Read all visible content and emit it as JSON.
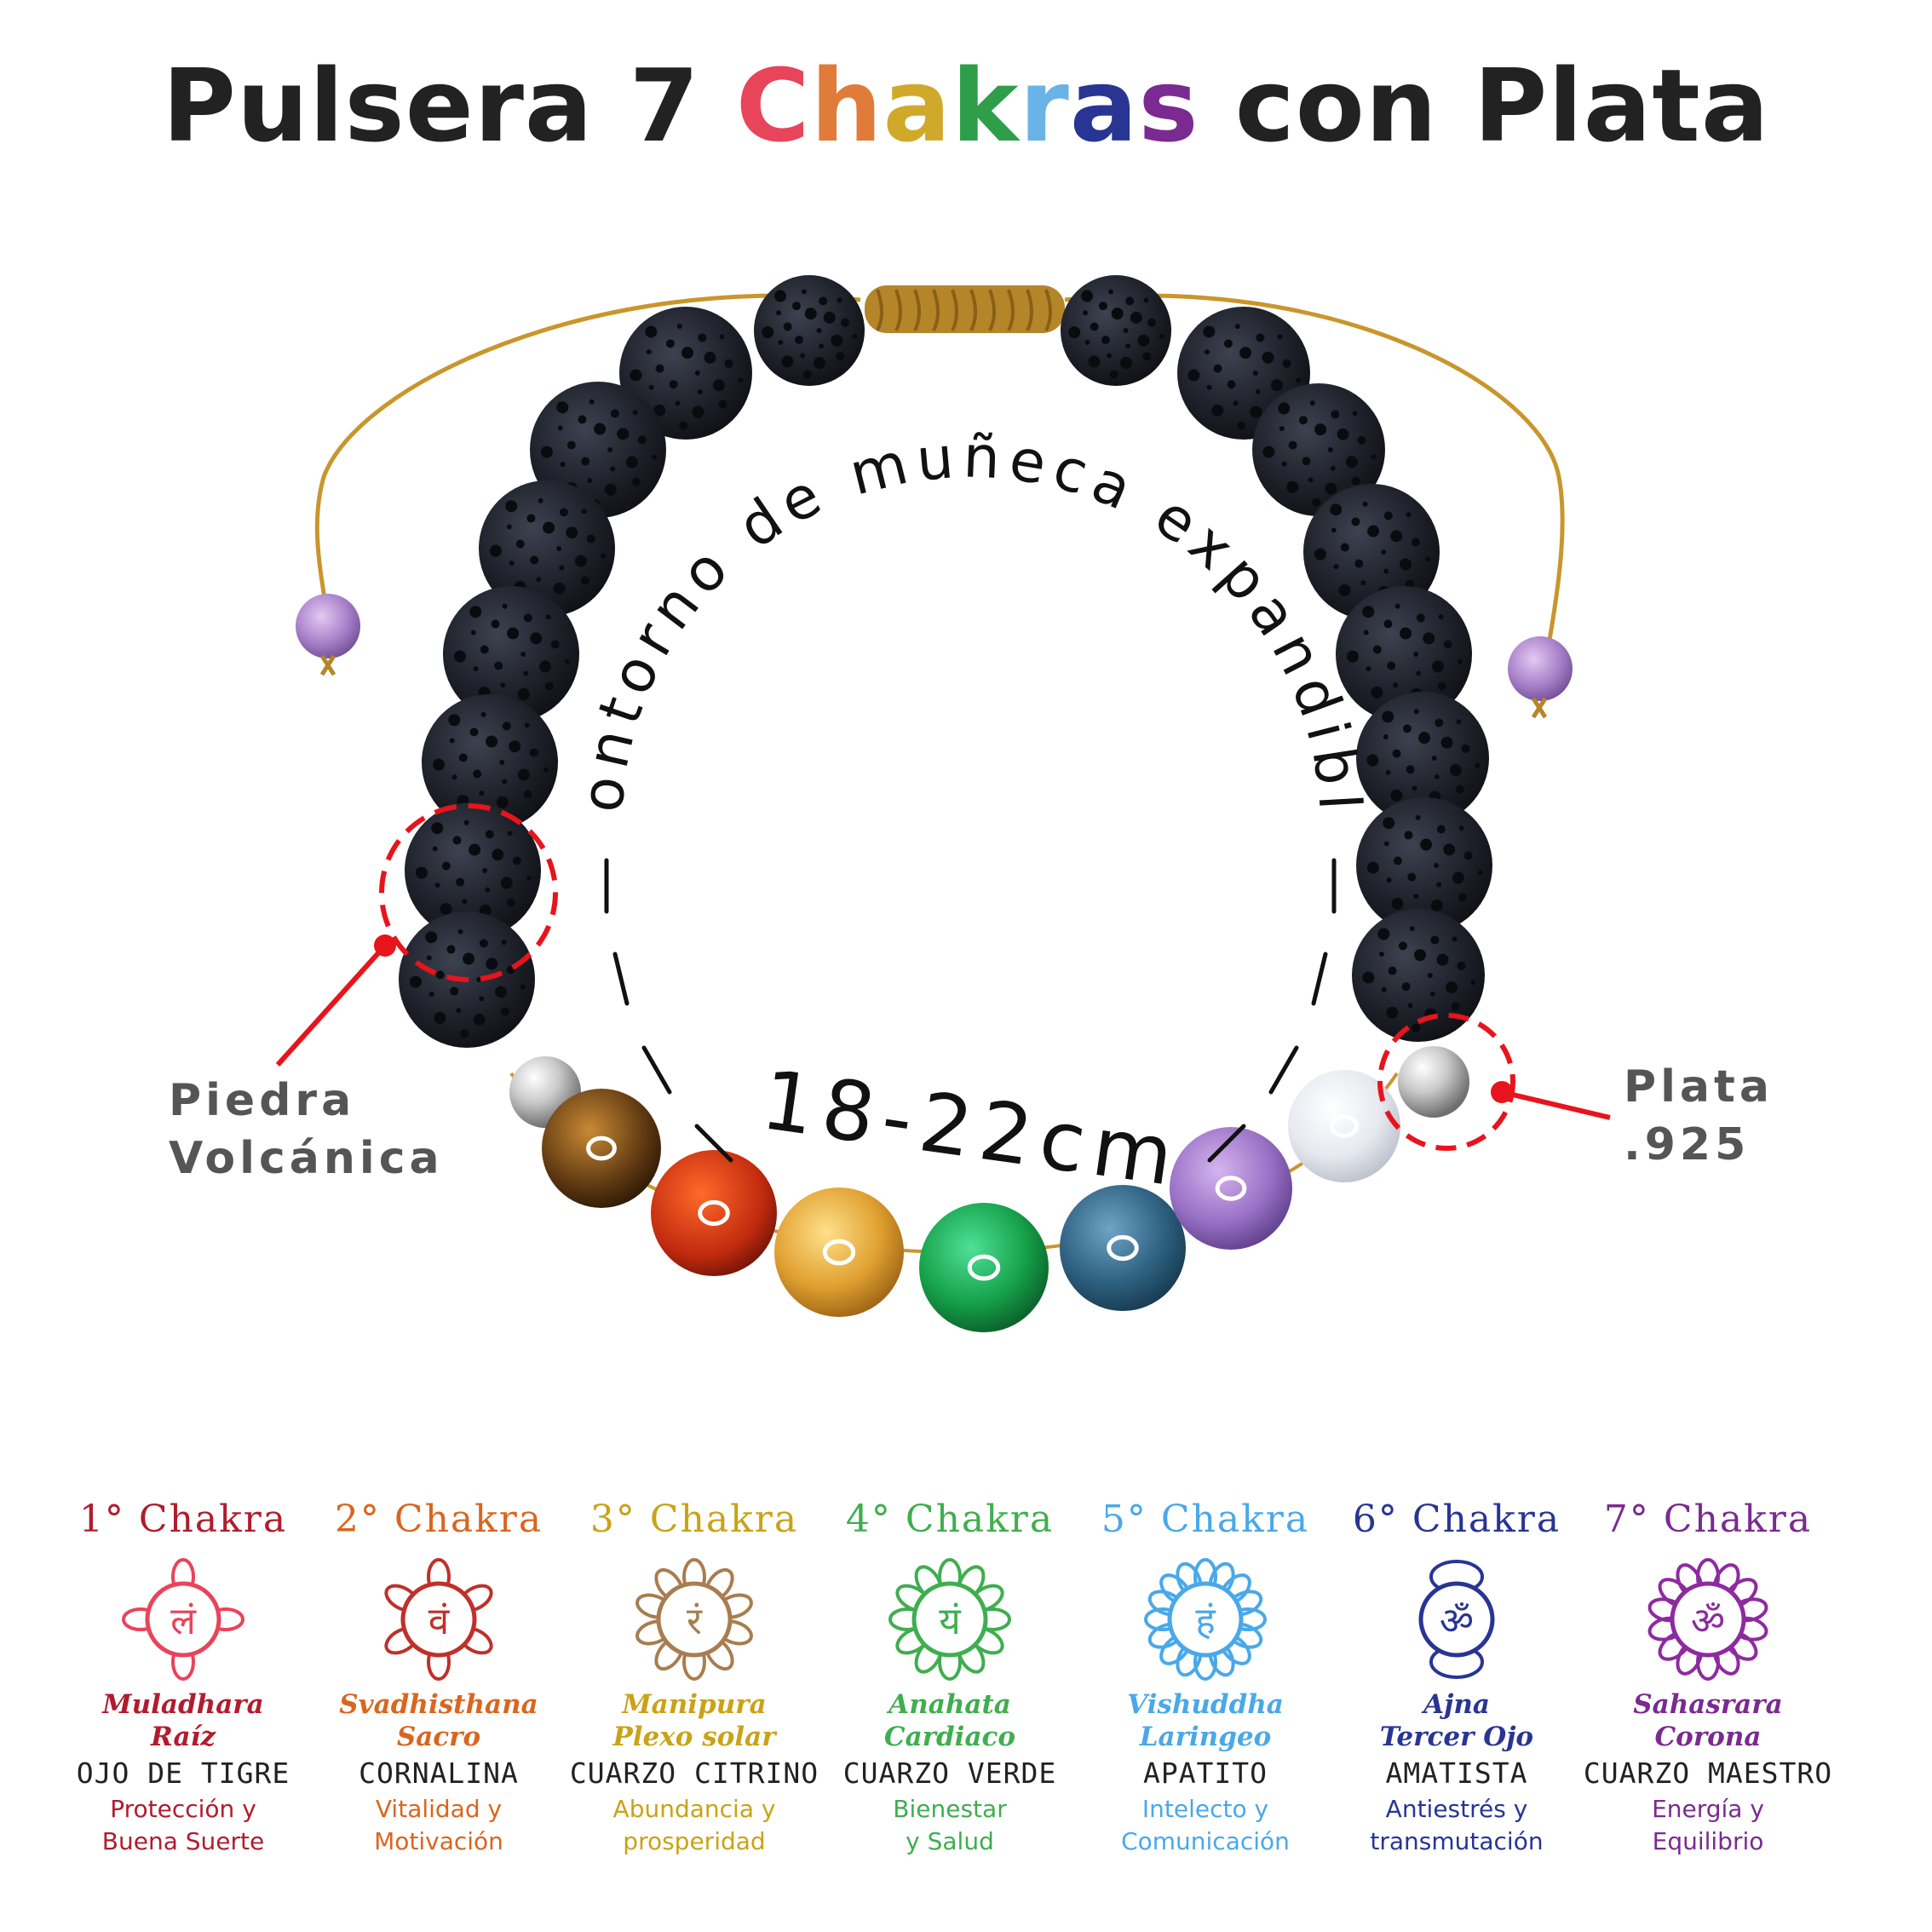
{
  "title": {
    "parts": [
      {
        "text": "Pulsera 7 ",
        "color": "#222222"
      },
      {
        "text": "C",
        "color": "#e8445a"
      },
      {
        "text": "h",
        "color": "#e07b3a"
      },
      {
        "text": "a",
        "color": "#d1a92a"
      },
      {
        "text": "k",
        "color": "#2f9e4a"
      },
      {
        "text": "r",
        "color": "#69b3e7"
      },
      {
        "text": "a",
        "color": "#283593"
      },
      {
        "text": "s",
        "color": "#7a2a91"
      },
      {
        "text": " con Plata",
        "color": "#222222"
      }
    ]
  },
  "wrist": {
    "arc_text": "Contorno de muñeca expandible",
    "size": "18-22cm"
  },
  "labels": {
    "left_line1": "Piedra",
    "left_line2": "Volcánica",
    "right_line1": "Plata",
    "right_line2": ".925"
  },
  "chakras": [
    {
      "title": "1° Chakra",
      "name": "Muladhara",
      "sub": "Raíz",
      "stone": "OJO DE TIGRE",
      "desc1": "Protección y",
      "desc2": "Buena Suerte",
      "color": "#b01c2e",
      "icon_color": "#e8445a",
      "icon": "muladhara-icon"
    },
    {
      "title": "2° Chakra",
      "name": "Svadhisthana",
      "sub": "Sacro",
      "stone": "CORNALINA",
      "desc1": "Vitalidad y",
      "desc2": "Motivación",
      "color": "#d9661f",
      "icon_color": "#c0302a",
      "icon": "svadhisthana-icon"
    },
    {
      "title": "3° Chakra",
      "name": "Manipura",
      "sub": "Plexo solar",
      "stone": "CUARZO CITRINO",
      "desc1": "Abundancia y",
      "desc2": "prosperidad",
      "color": "#c9a316",
      "icon_color": "#a87d4f",
      "icon": "manipura-icon"
    },
    {
      "title": "4° Chakra",
      "name": "Anahata",
      "sub": "Cardiaco",
      "stone": "CUARZO VERDE",
      "desc1": "Bienestar",
      "desc2": "y Salud",
      "color": "#3fae4f",
      "icon_color": "#3fae4f",
      "icon": "anahata-icon"
    },
    {
      "title": "5° Chakra",
      "name": "Vishuddha",
      "sub": "Laringeo",
      "stone": "APATITO",
      "desc1": "Intelecto y",
      "desc2": "Comunicación",
      "color": "#4aa8e8",
      "icon_color": "#4aa8e8",
      "icon": "vishuddha-icon"
    },
    {
      "title": "6° Chakra",
      "name": "Ajna",
      "sub": "Tercer Ojo",
      "stone": "AMATISTA",
      "desc1": "Antiestrés y",
      "desc2": "transmutación",
      "color": "#283593",
      "icon_color": "#283593",
      "icon": "ajna-icon"
    },
    {
      "title": "7° Chakra",
      "name": "Sahasrara",
      "sub": "Corona",
      "stone": "CUARZO MAESTRO",
      "desc1": "Energía y",
      "desc2": "Equilibrio",
      "color": "#7a2a91",
      "icon_color": "#8e2aa0",
      "icon": "sahasrara-icon"
    }
  ],
  "chakra_glyphs": [
    "लं",
    "वं",
    "रं",
    "यं",
    "हं",
    "ॐ",
    "ॐ"
  ]
}
